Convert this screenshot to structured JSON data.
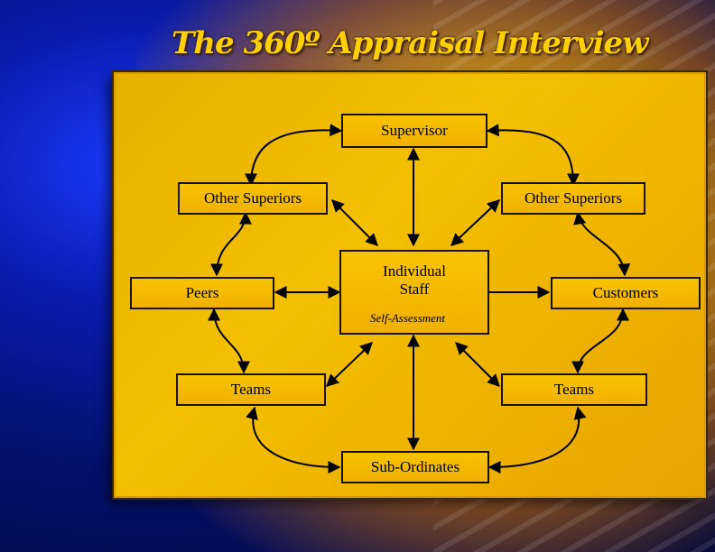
{
  "title": "The 360º Appraisal Interview",
  "nodes": {
    "supervisor": "Supervisor",
    "other_superiors_left": "Other Superiors",
    "other_superiors_right": "Other Superiors",
    "individual_staff": "Individual\nStaff",
    "self_assessment": "Self-Assessment",
    "peers": "Peers",
    "customers": "Customers",
    "teams_left": "Teams",
    "teams_right": "Teams",
    "sub_ordinates": "Sub-Ordinates"
  },
  "colors": {
    "background_blue": "#0a1cb0",
    "panel_yellow": "#f2c000",
    "title_gold": "#ffd000",
    "line": "#000000"
  }
}
